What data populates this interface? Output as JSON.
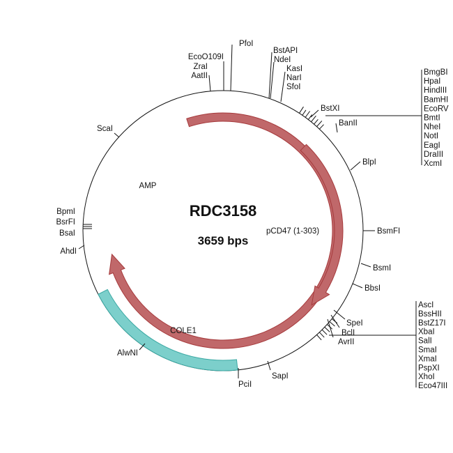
{
  "plasmid": {
    "name": "RDC3158",
    "size_label": "3659 bps",
    "features": [
      {
        "name": "AMP",
        "type": "arrow",
        "color": "#c0686a",
        "stroke": "#a63a3c"
      },
      {
        "name": "pCD47 (1-303)",
        "type": "arrow",
        "color": "#c0686a",
        "stroke": "#a63a3c"
      },
      {
        "name": "COLE1",
        "type": "origin",
        "color": "#7ccfcb",
        "stroke": "#3aa8a3"
      }
    ]
  },
  "sites": {
    "single": [
      "PfoI",
      "EcoO109I",
      "ZraI",
      "AatII",
      "BstAPI",
      "NdeI",
      "KasI",
      "NarI",
      "SfoI",
      "BstXI",
      "BanII",
      "BlpI",
      "BsmFI",
      "BsmI",
      "BbsI",
      "SpeI",
      "BclI",
      "AvrII",
      "SapI",
      "PciI",
      "AlwNI",
      "AhdI",
      "BsaI",
      "BsrFI",
      "BpmI",
      "ScaI"
    ],
    "mcs1": [
      "BmgBI",
      "HpaI",
      "HindIII",
      "BamHI",
      "EcoRV",
      "BmtI",
      "NheI",
      "NotI",
      "EagI",
      "DraIII",
      "XcmI"
    ],
    "mcs2": [
      "AscI",
      "BssHII",
      "BstZ17I",
      "XbaI",
      "SalI",
      "SmaI",
      "XmaI",
      "PspXI",
      "XhoI",
      "Eco47III"
    ]
  }
}
